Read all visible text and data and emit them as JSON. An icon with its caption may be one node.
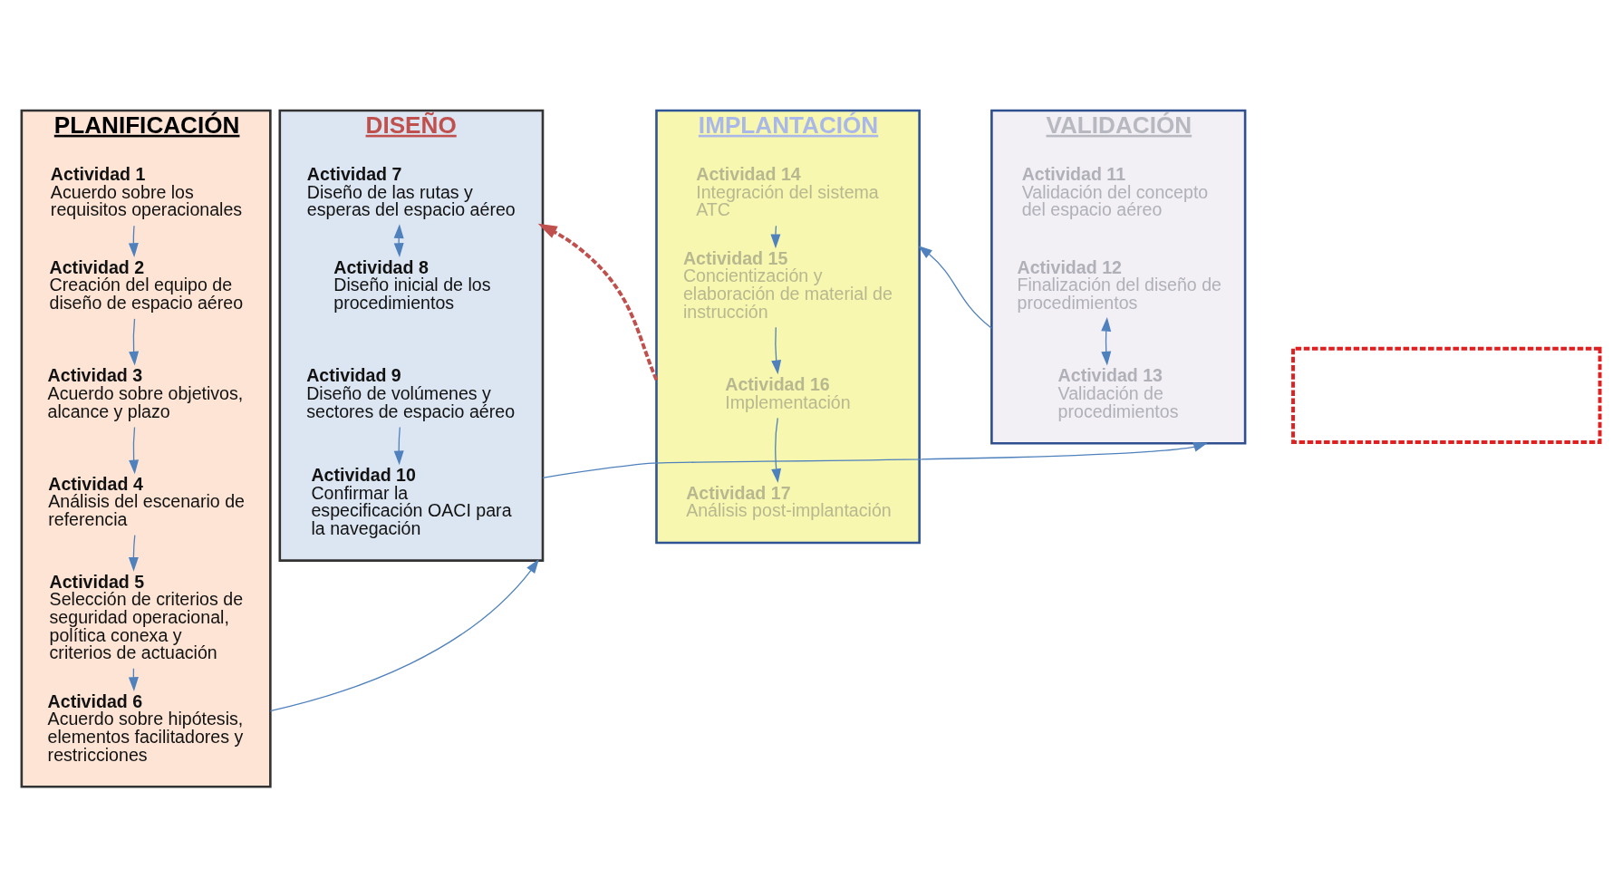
{
  "diagram": {
    "nodes": [
      {
        "text": [
          "PLANIFICACIÓN"
        ]
      },
      {
        "text": [
          "Actividad 1",
          "Acuerdo sobre los requisitos operacionales"
        ],
        "in": 0
      },
      {
        "text": [
          "Actividad 2",
          "Creación del equipo de diseño de espacio aéreo"
        ],
        "in": 0
      },
      {
        "text": [
          "Actividad 3",
          "Acuerdo sobre objetivos, alcance y plazo"
        ],
        "in": 0
      },
      {
        "text": [
          "Actividad 4",
          "Análisis del escenario de referencia"
        ],
        "in": 0
      },
      {
        "text": [
          "Actividad 5",
          "Selección de criterios de seguridad operacional, política conexa y criterios de actuación"
        ],
        "in": 0
      },
      {
        "text": [
          "Actividad 6",
          "Acuerdo sobre hipótesis, elementos facilitadores y restricciones"
        ],
        "in": 0
      },
      {
        "text": [
          "DISEÑO"
        ]
      },
      {
        "text": [
          "Actividad 7",
          "Diseño de las rutas y esperas del espacio aéreo"
        ],
        "in": 7
      },
      {
        "text": [
          "Actividad 8",
          "Diseño inicial de los procedimientos"
        ],
        "in": 7
      },
      {
        "text": [
          "Actividad 9",
          "Diseño de volúmenes y sectores de espacio aéreo"
        ],
        "in": 7
      },
      {
        "text": [
          "Actividad 10",
          "Confirmar la especificación OACI para la navegación"
        ],
        "in": 7
      },
      {
        "text": [
          "VALIDACIÓN"
        ]
      },
      {
        "text": [
          "Actividad 11",
          "Validación del concepto del espacio aéreo"
        ],
        "in": 12
      },
      {
        "text": [
          "Actividad 12",
          "Finalización del diseño de procedimientos"
        ],
        "in": 12
      },
      {
        "text": [
          "Actividad 13",
          "Validación de procedimientos"
        ],
        "in": 12
      },
      {
        "text": [
          "IMPLANTACIÓN"
        ]
      },
      {
        "text": [
          "Actividad 14",
          "Integración del sistema ATC"
        ],
        "in": 16
      },
      {
        "text": [
          "Actividad 15",
          "Concientización y elaboración de material de instrucción"
        ],
        "in": 16
      },
      {
        "text": [
          "Actividad 16",
          "Implementación"
        ],
        "in": 16
      },
      {
        "text": [
          "Actividad 17",
          "Análisis post-implantación"
        ],
        "in": 16
      },
      {
        "text": [],
        "shape": "box"
      }
    ],
    "edges": [
      {
        "from": 1,
        "to": 2,
        "arrow": "to"
      },
      {
        "from": 2,
        "to": 3,
        "arrow": "to"
      },
      {
        "from": 3,
        "to": 4,
        "arrow": "to"
      },
      {
        "from": 4,
        "to": 5,
        "arrow": "to"
      },
      {
        "from": 5,
        "to": 6,
        "arrow": "to"
      },
      {
        "from": 8,
        "to": 9,
        "arrow": "both"
      },
      {
        "from": 10,
        "to": 11,
        "arrow": "to"
      },
      {
        "from": 14,
        "to": 15,
        "arrow": "both"
      },
      {
        "from": 17,
        "to": 18,
        "arrow": "to"
      },
      {
        "from": 18,
        "to": 19,
        "arrow": "to"
      },
      {
        "from": 19,
        "to": 20,
        "arrow": "to"
      },
      {
        "from": 0,
        "to": 7,
        "arrow": "to"
      },
      {
        "from": 7,
        "to": 12,
        "arrow": "to"
      },
      {
        "from": 12,
        "to": 16,
        "arrow": "to"
      },
      {
        "from": 16,
        "to": 7,
        "arrow": "to",
        "style": "dashed",
        "color": "#c0504d"
      }
    ]
  }
}
